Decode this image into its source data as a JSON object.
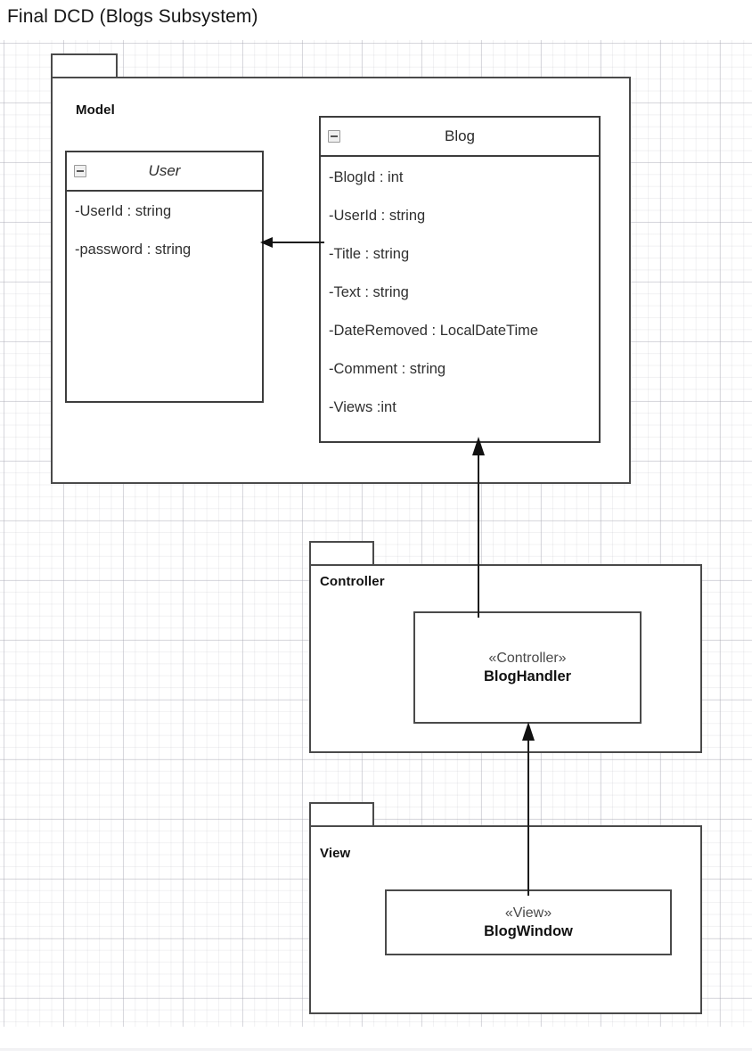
{
  "title": "Final DCD (Blogs Subsystem)",
  "diagram": {
    "type": "uml-class-diagram",
    "packages": [
      {
        "name": "Model",
        "label": "Model",
        "classes": [
          "User",
          "Blog"
        ]
      },
      {
        "name": "Controller",
        "label": "Controller",
        "classes": [
          "BlogHandler"
        ]
      },
      {
        "name": "View",
        "label": "View",
        "classes": [
          "BlogWindow"
        ]
      }
    ],
    "classes": {
      "user": {
        "name": "User",
        "abstract": true,
        "collapse_icon": "minus-square-icon",
        "attributes": [
          "-UserId : string",
          "-password : string"
        ]
      },
      "blog": {
        "name": "Blog",
        "abstract": false,
        "collapse_icon": "minus-square-icon",
        "attributes": [
          "-BlogId : int",
          "-UserId : string",
          "-Title : string",
          "-Text : string",
          "-DateRemoved : LocalDateTime",
          "-Comment : string",
          "-Views :int"
        ]
      },
      "blog_handler": {
        "stereotype": "«Controller»",
        "name": "BlogHandler"
      },
      "blog_window": {
        "stereotype": "«View»",
        "name": "BlogWindow"
      }
    },
    "connectors": [
      {
        "name": "blog-to-user",
        "from": "Blog",
        "to": "User",
        "direction": "left",
        "arrow": "solid-filled"
      },
      {
        "name": "bloghandler-to-blog",
        "from": "BlogHandler",
        "to": "Blog",
        "direction": "up",
        "arrow": "solid-filled"
      },
      {
        "name": "blogwindow-to-bloghandler",
        "from": "BlogWindow",
        "to": "BlogHandler",
        "direction": "up",
        "arrow": "solid-filled"
      }
    ]
  },
  "colors": {
    "stroke": "#3d3d3d",
    "package_stroke": "#4a4a4a",
    "text": "#2f2f2f",
    "grid": "#aaaab4",
    "background": "#ffffff"
  }
}
